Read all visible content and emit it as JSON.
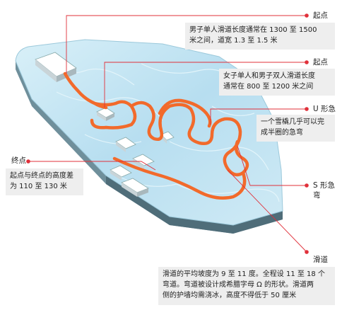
{
  "callouts": {
    "start_men": {
      "title": "起点",
      "text": "男子单人滑道长度通常在 1300 至 1500\n米之间，道宽 1.3 至 1.5 米"
    },
    "start_women": {
      "title": "起点",
      "text": "女子单人和男子双人滑道长度\n通常在 800 至 1200 米之间"
    },
    "u_turn": {
      "title": "U 形急弯",
      "text": "一个雪橇几乎可以完\n成半圈的急弯"
    },
    "finish": {
      "title": "终点",
      "text": "起点与终点的高度差\n为 110 至 130 米"
    },
    "s_turn": {
      "title": "S 形急弯"
    },
    "track": {
      "title": "滑道",
      "text": "滑道的平均坡度为 9 至 11 度。全程设 11 至 18 个\n弯道。弯道被设计成希腊字母 Ω 的形状。滑道两\n侧的护墙均需浇冰，高度不得低于 50 厘米"
    }
  },
  "colors": {
    "track": "#f26a2b",
    "ice": "#bfe3f0",
    "edge": "#5f7f8c",
    "leader": "#e0303a"
  }
}
